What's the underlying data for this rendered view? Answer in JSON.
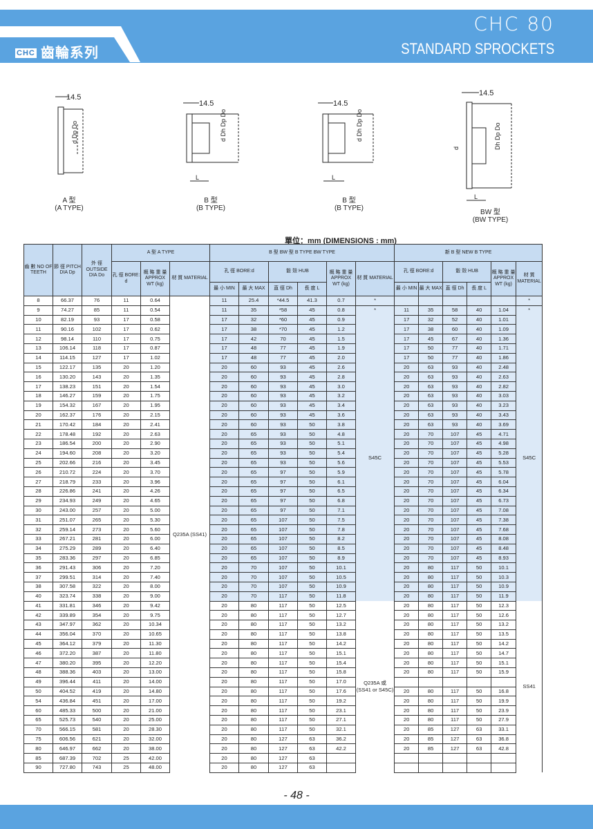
{
  "header": {
    "logo_text": "CHC",
    "series_cn": "齒輪系列",
    "model": "CHC  80",
    "title": "STANDARD SPROCKETS",
    "accent": "#5aa3e0"
  },
  "drawings": [
    {
      "dim": "14.5",
      "caption_cn": "A 型",
      "caption_en": "(A    TYPE)"
    },
    {
      "dim": "14.5",
      "caption_cn": "B 型",
      "caption_en": "(B    TYPE)"
    },
    {
      "dim": "14.5",
      "caption_cn": "B 型",
      "caption_en": "(B    TYPE)"
    },
    {
      "dim": "14.5",
      "caption_cn": "BW 型",
      "caption_en": "(BW    TYPE)"
    }
  ],
  "unit": "單位：mm (DIMENSIONS : mm)",
  "table": {
    "headers": {
      "teeth": "齒 數 NO OF TEETH",
      "pitch": "節 徑 PITCH DIA Dp",
      "outside": "外 徑 OUTSIDE DIA Do",
      "a_type": "A 型 A TYPE",
      "bore_a": "孔 徑 BORE: d",
      "wt": "概 略 重 量 APPROX WT (kg)",
      "material": "材 質 MATERIAL",
      "b_type": "B 型  BW 型 B TYPE  BW TYPE",
      "bore": "孔 徑 BORE:d",
      "hub": "轂 殼 HUB",
      "min": "最 小 MIN",
      "max": "最 大 MAX",
      "dh": "直 徑 Dh",
      "l": "長 度 L",
      "new_b_type": "新 B 型 NEW B TYPE"
    },
    "materials": {
      "a": "Q235A (SS41)",
      "b_star": "*",
      "b_upper": "S45C",
      "b_lower": "Q235A 或 (SS41 or S45C)",
      "n_star": "*",
      "n_upper": "S45C",
      "n_lower": "SS41"
    },
    "rows": [
      [
        "8",
        "66.37",
        "76",
        "11",
        "0.64",
        "11",
        "25.4",
        "*44.5",
        "41.3",
        "0.7",
        "",
        "",
        "",
        "",
        ""
      ],
      [
        "9",
        "74.27",
        "85",
        "11",
        "0.54",
        "11",
        "35",
        "*58",
        "45",
        "0.8",
        "11",
        "35",
        "58",
        "40",
        "1.04"
      ],
      [
        "10",
        "82.19",
        "93",
        "17",
        "0.58",
        "17",
        "32",
        "*60",
        "45",
        "0.9",
        "17",
        "32",
        "52",
        "40",
        "1.01"
      ],
      [
        "11",
        "90.16",
        "102",
        "17",
        "0.62",
        "17",
        "38",
        "*70",
        "45",
        "1.2",
        "17",
        "38",
        "60",
        "40",
        "1.09"
      ],
      [
        "12",
        "98.14",
        "110",
        "17",
        "0.75",
        "17",
        "42",
        "70",
        "45",
        "1.5",
        "17",
        "45",
        "67",
        "40",
        "1.36"
      ],
      [
        "13",
        "106.14",
        "118",
        "17",
        "0.87",
        "17",
        "48",
        "77",
        "45",
        "1.9",
        "17",
        "50",
        "77",
        "40",
        "1.71"
      ],
      [
        "14",
        "114.15",
        "127",
        "17",
        "1.02",
        "17",
        "48",
        "77",
        "45",
        "2.0",
        "17",
        "50",
        "77",
        "40",
        "1.86"
      ],
      [
        "15",
        "122.17",
        "135",
        "20",
        "1.20",
        "20",
        "60",
        "93",
        "45",
        "2.6",
        "20",
        "63",
        "93",
        "40",
        "2.48"
      ],
      [
        "16",
        "130.20",
        "143",
        "20",
        "1.35",
        "20",
        "60",
        "93",
        "45",
        "2.8",
        "20",
        "63",
        "93",
        "40",
        "2.63"
      ],
      [
        "17",
        "138.23",
        "151",
        "20",
        "1.54",
        "20",
        "60",
        "93",
        "45",
        "3.0",
        "20",
        "63",
        "93",
        "40",
        "2.82"
      ],
      [
        "18",
        "146.27",
        "159",
        "20",
        "1.75",
        "20",
        "60",
        "93",
        "45",
        "3.2",
        "20",
        "63",
        "93",
        "40",
        "3.03"
      ],
      [
        "19",
        "154.32",
        "167",
        "20",
        "1.95",
        "20",
        "60",
        "93",
        "45",
        "3.4",
        "20",
        "63",
        "93",
        "40",
        "3.23"
      ],
      [
        "20",
        "162.37",
        "176",
        "20",
        "2.15",
        "20",
        "60",
        "93",
        "45",
        "3.6",
        "20",
        "63",
        "93",
        "40",
        "3.43"
      ],
      [
        "21",
        "170.42",
        "184",
        "20",
        "2.41",
        "20",
        "60",
        "93",
        "50",
        "3.8",
        "20",
        "63",
        "93",
        "40",
        "3.69"
      ],
      [
        "22",
        "178.48",
        "192",
        "20",
        "2.63",
        "20",
        "65",
        "93",
        "50",
        "4.8",
        "20",
        "70",
        "107",
        "45",
        "4.71"
      ],
      [
        "23",
        "186.54",
        "200",
        "20",
        "2.90",
        "20",
        "65",
        "93",
        "50",
        "5.1",
        "20",
        "70",
        "107",
        "45",
        "4.98"
      ],
      [
        "24",
        "194.60",
        "208",
        "20",
        "3.20",
        "20",
        "65",
        "93",
        "50",
        "5.4",
        "20",
        "70",
        "107",
        "45",
        "5.28"
      ],
      [
        "25",
        "202.66",
        "216",
        "20",
        "3.45",
        "20",
        "65",
        "93",
        "50",
        "5.6",
        "20",
        "70",
        "107",
        "45",
        "5.53"
      ],
      [
        "26",
        "210.72",
        "224",
        "20",
        "3.70",
        "20",
        "65",
        "97",
        "50",
        "5.9",
        "20",
        "70",
        "107",
        "45",
        "5.78"
      ],
      [
        "27",
        "218.79",
        "233",
        "20",
        "3.96",
        "20",
        "65",
        "97",
        "50",
        "6.1",
        "20",
        "70",
        "107",
        "45",
        "6.04"
      ],
      [
        "28",
        "226.86",
        "241",
        "20",
        "4.26",
        "20",
        "65",
        "97",
        "50",
        "6.5",
        "20",
        "70",
        "107",
        "45",
        "6.34"
      ],
      [
        "29",
        "234.93",
        "249",
        "20",
        "4.65",
        "20",
        "65",
        "97",
        "50",
        "6.8",
        "20",
        "70",
        "107",
        "45",
        "6.73"
      ],
      [
        "30",
        "243.00",
        "257",
        "20",
        "5.00",
        "20",
        "65",
        "97",
        "50",
        "7.1",
        "20",
        "70",
        "107",
        "45",
        "7.08"
      ],
      [
        "31",
        "251.07",
        "265",
        "20",
        "5.30",
        "20",
        "65",
        "107",
        "50",
        "7.5",
        "20",
        "70",
        "107",
        "45",
        "7.38"
      ],
      [
        "32",
        "259.14",
        "273",
        "20",
        "5.60",
        "20",
        "65",
        "107",
        "50",
        "7.8",
        "20",
        "70",
        "107",
        "45",
        "7.68"
      ],
      [
        "33",
        "267.21",
        "281",
        "20",
        "6.00",
        "20",
        "65",
        "107",
        "50",
        "8.2",
        "20",
        "70",
        "107",
        "45",
        "8.08"
      ],
      [
        "34",
        "275.29",
        "289",
        "20",
        "6.40",
        "20",
        "65",
        "107",
        "50",
        "8.5",
        "20",
        "70",
        "107",
        "45",
        "8.48"
      ],
      [
        "35",
        "283.36",
        "297",
        "20",
        "6.85",
        "20",
        "65",
        "107",
        "50",
        "8.9",
        "20",
        "70",
        "107",
        "45",
        "8.93"
      ],
      [
        "36",
        "291.43",
        "306",
        "20",
        "7.20",
        "20",
        "70",
        "107",
        "50",
        "10.1",
        "20",
        "80",
        "117",
        "50",
        "10.1"
      ],
      [
        "37",
        "299.51",
        "314",
        "20",
        "7.40",
        "20",
        "70",
        "107",
        "50",
        "10.5",
        "20",
        "80",
        "117",
        "50",
        "10.3"
      ],
      [
        "38",
        "307.58",
        "322",
        "20",
        "8.00",
        "20",
        "70",
        "107",
        "50",
        "10.9",
        "20",
        "80",
        "117",
        "50",
        "10.9"
      ],
      [
        "40",
        "323.74",
        "338",
        "20",
        "9.00",
        "20",
        "70",
        "117",
        "50",
        "11.8",
        "20",
        "80",
        "117",
        "50",
        "11.9"
      ],
      [
        "41",
        "331.81",
        "346",
        "20",
        "9.42",
        "20",
        "80",
        "117",
        "50",
        "12.5",
        "20",
        "80",
        "117",
        "50",
        "12.3"
      ],
      [
        "42",
        "339.89",
        "354",
        "20",
        "9.75",
        "20",
        "80",
        "117",
        "50",
        "12.7",
        "20",
        "80",
        "117",
        "50",
        "12.6"
      ],
      [
        "43",
        "347.97",
        "362",
        "20",
        "10.34",
        "20",
        "80",
        "117",
        "50",
        "13.2",
        "20",
        "80",
        "117",
        "50",
        "13.2"
      ],
      [
        "44",
        "356.04",
        "370",
        "20",
        "10.65",
        "20",
        "80",
        "117",
        "50",
        "13.8",
        "20",
        "80",
        "117",
        "50",
        "13.5"
      ],
      [
        "45",
        "364.12",
        "379",
        "20",
        "11.30",
        "20",
        "80",
        "117",
        "50",
        "14.2",
        "20",
        "80",
        "117",
        "50",
        "14.2"
      ],
      [
        "46",
        "372.20",
        "387",
        "20",
        "11.80",
        "20",
        "80",
        "117",
        "50",
        "15.1",
        "20",
        "80",
        "117",
        "50",
        "14.7"
      ],
      [
        "47",
        "380.20",
        "395",
        "20",
        "12.20",
        "20",
        "80",
        "117",
        "50",
        "15.4",
        "20",
        "80",
        "117",
        "50",
        "15.1"
      ],
      [
        "48",
        "388.36",
        "403",
        "20",
        "13.00",
        "20",
        "80",
        "117",
        "50",
        "15.8",
        "20",
        "80",
        "117",
        "50",
        "15.9"
      ],
      [
        "49",
        "396.44",
        "411",
        "20",
        "14.00",
        "20",
        "80",
        "117",
        "50",
        "17.0",
        "",
        "",
        "",
        "",
        ""
      ],
      [
        "50",
        "404.52",
        "419",
        "20",
        "14.80",
        "20",
        "80",
        "117",
        "50",
        "17.6",
        "20",
        "80",
        "117",
        "50",
        "16.8"
      ],
      [
        "54",
        "436.84",
        "451",
        "20",
        "17.00",
        "20",
        "80",
        "117",
        "50",
        "19.2",
        "20",
        "80",
        "117",
        "50",
        "19.9"
      ],
      [
        "60",
        "485.33",
        "500",
        "20",
        "21.00",
        "20",
        "80",
        "117",
        "50",
        "23.1",
        "20",
        "80",
        "117",
        "50",
        "23.9"
      ],
      [
        "65",
        "525.73",
        "540",
        "20",
        "25.00",
        "20",
        "80",
        "117",
        "50",
        "27.1",
        "20",
        "80",
        "117",
        "50",
        "27.9"
      ],
      [
        "70",
        "566.15",
        "581",
        "20",
        "28.30",
        "20",
        "80",
        "117",
        "50",
        "32.1",
        "20",
        "85",
        "127",
        "63",
        "33.1"
      ],
      [
        "75",
        "606.56",
        "621",
        "20",
        "32.00",
        "20",
        "80",
        "127",
        "63",
        "36.2",
        "20",
        "85",
        "127",
        "63",
        "36.8"
      ],
      [
        "80",
        "646.97",
        "662",
        "20",
        "38.00",
        "20",
        "80",
        "127",
        "63",
        "42.2",
        "20",
        "85",
        "127",
        "63",
        "42.8"
      ],
      [
        "85",
        "687.39",
        "702",
        "25",
        "42.00",
        "20",
        "80",
        "127",
        "63",
        "",
        "",
        "",
        "",
        "",
        ""
      ],
      [
        "90",
        "727.80",
        "743",
        "25",
        "48.00",
        "20",
        "80",
        "127",
        "63",
        "",
        "",
        "",
        "",
        "",
        ""
      ]
    ]
  },
  "footer": {
    "page": "- 48 -"
  }
}
